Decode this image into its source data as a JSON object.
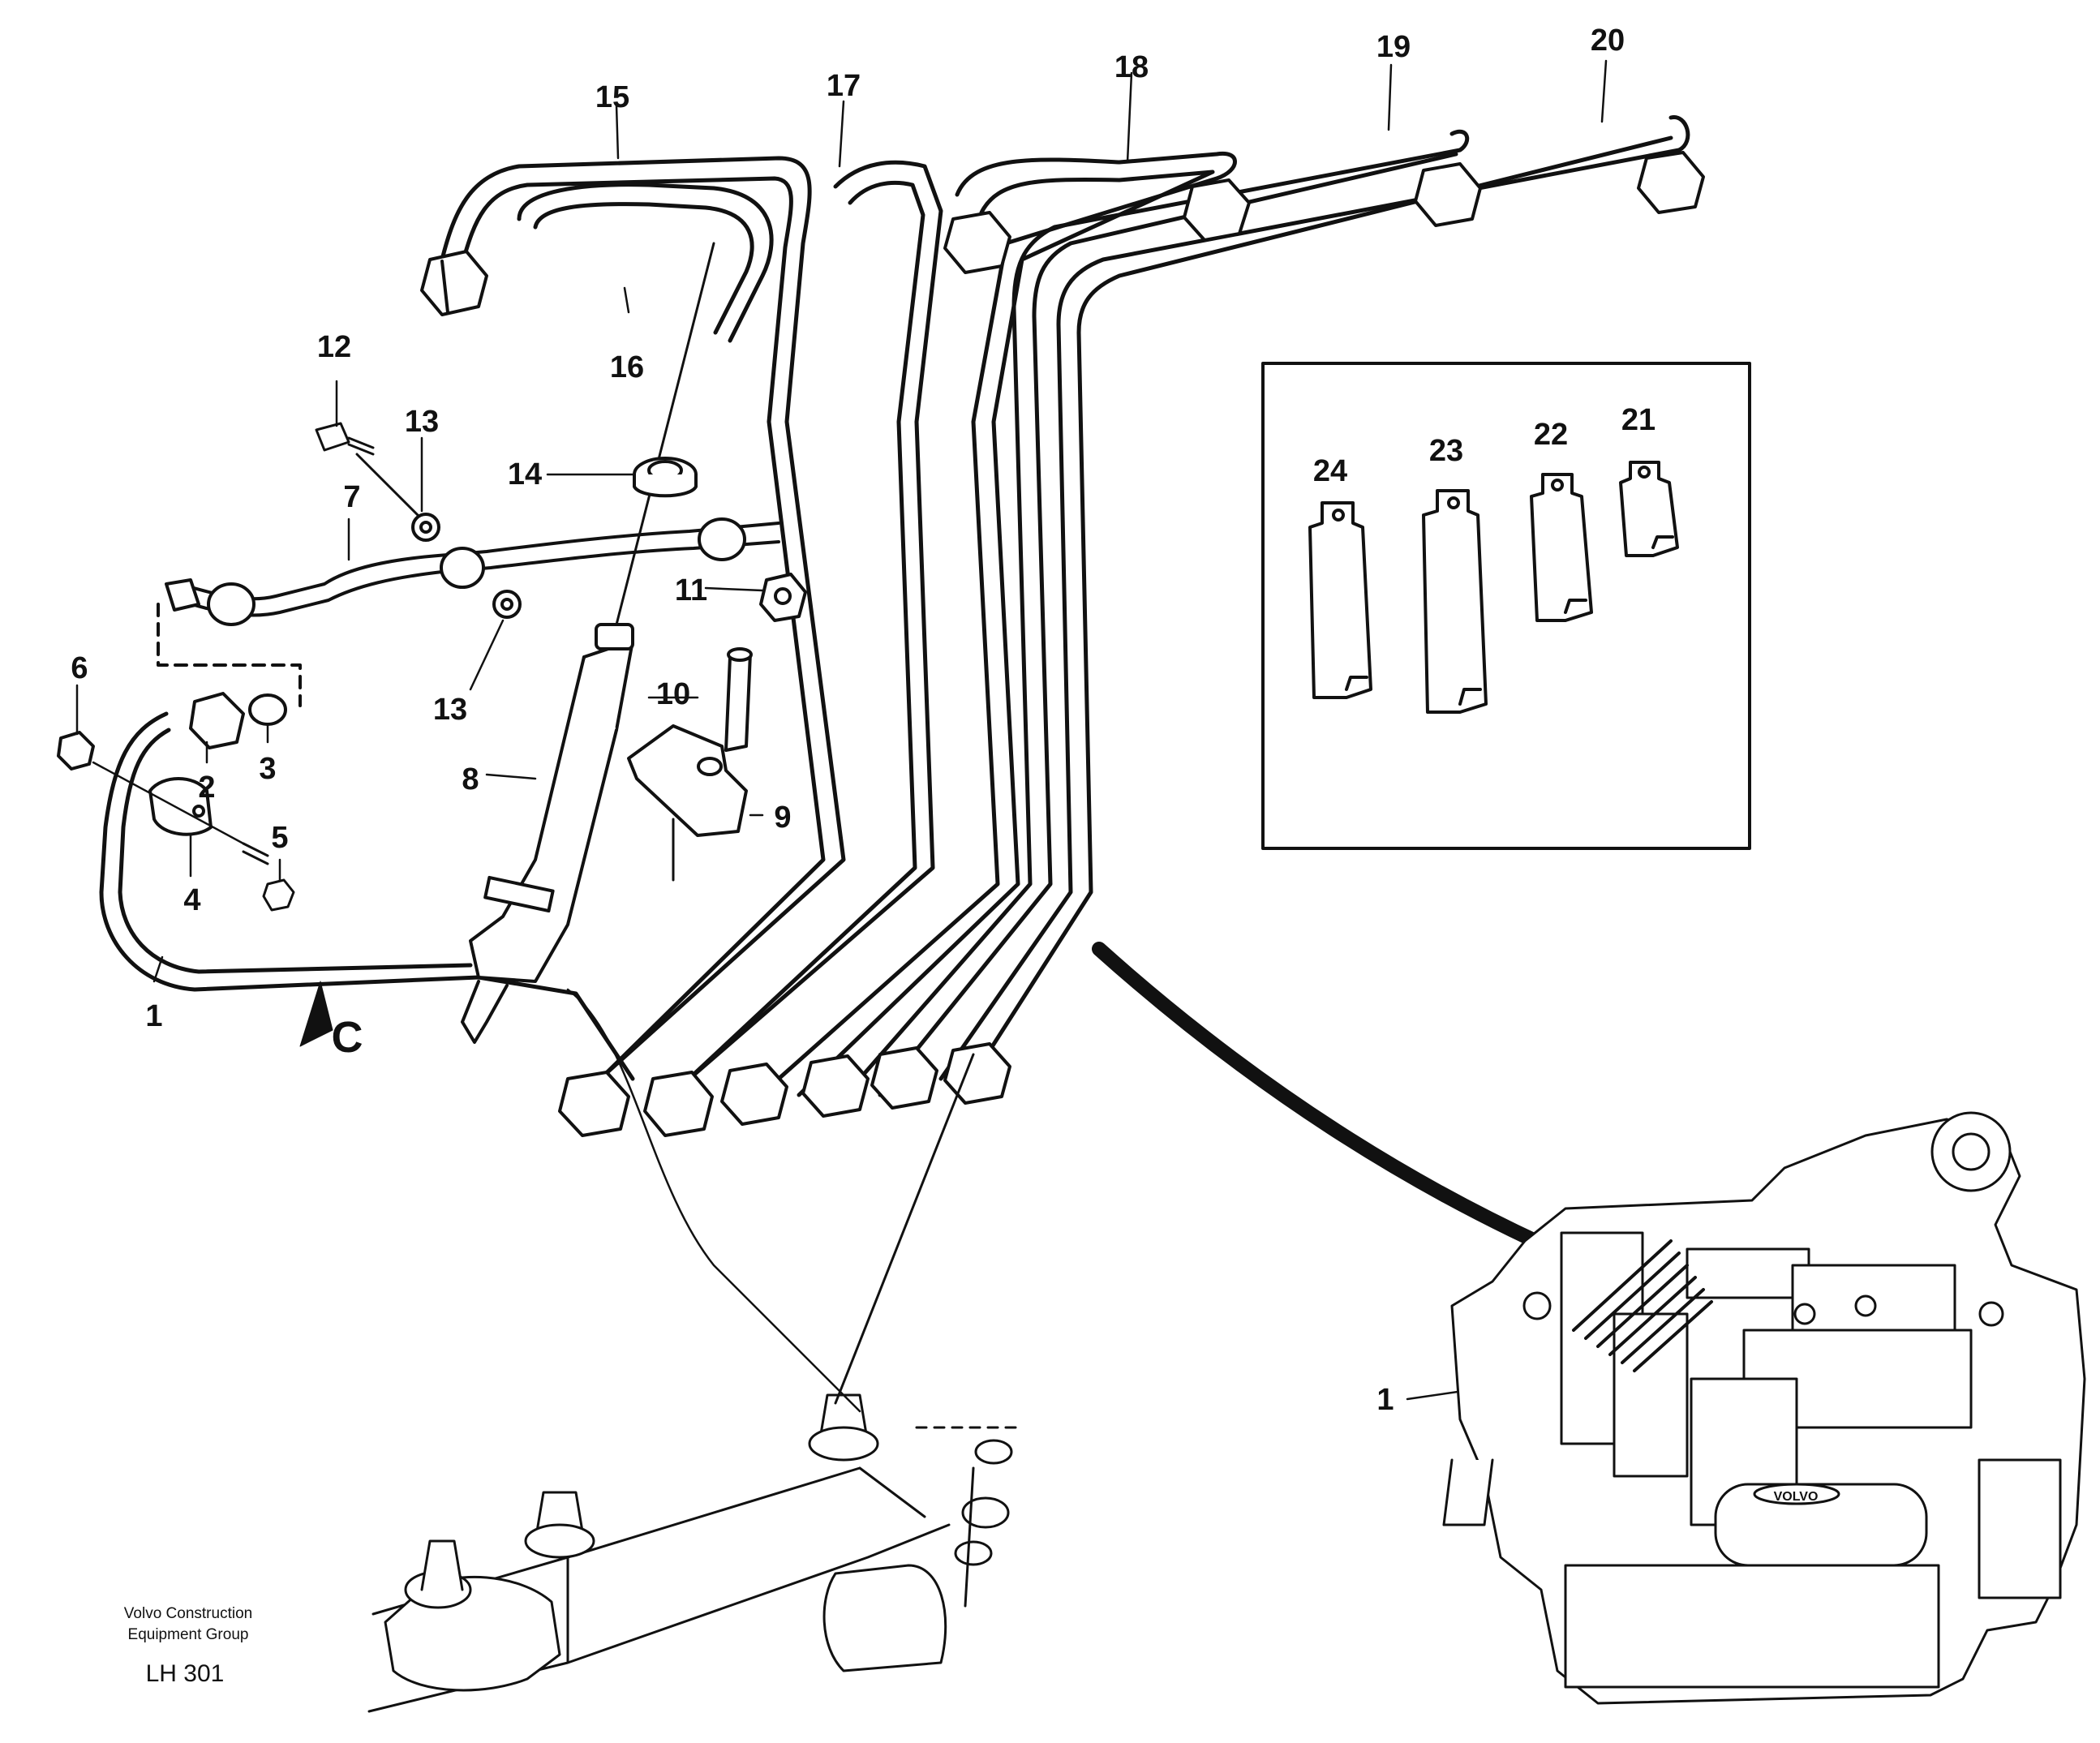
{
  "callouts": [
    "1",
    "2",
    "3",
    "4",
    "5",
    "6",
    "7",
    "8",
    "9",
    "10",
    "11",
    "12",
    "13",
    "13",
    "14",
    "15",
    "16",
    "17",
    "18",
    "19",
    "20",
    "21",
    "22",
    "23",
    "24",
    "1"
  ],
  "view_marker": "C",
  "footer": {
    "company_line1": "Volvo Construction",
    "company_line2": "Equipment Group",
    "code": "LH 301"
  },
  "engine_badge": "VOLVO"
}
